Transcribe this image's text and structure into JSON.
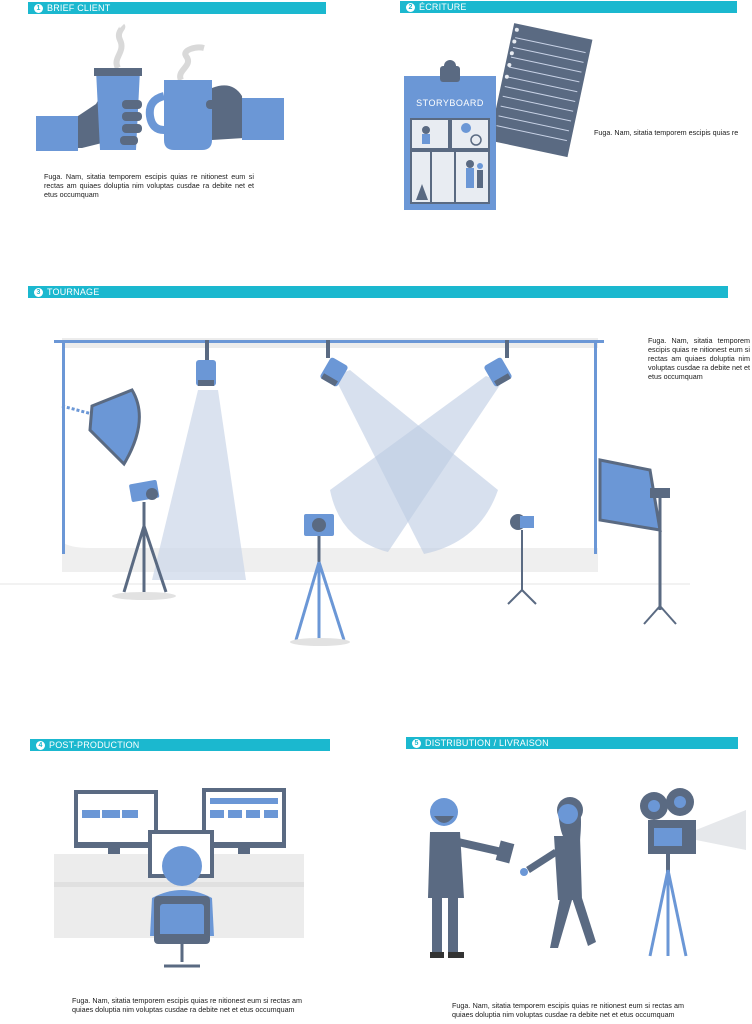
{
  "sections": {
    "brief": {
      "number": "1",
      "title": "BRIEF CLIENT",
      "text": "Fuga. Nam, sitatia temporem escipis quias re nitionest eum si rectas am quiaes doluptia nim voluptas cusdae ra debite net et etus occumquam"
    },
    "ecriture": {
      "number": "2",
      "title": "ÉCRITURE",
      "text": "Fuga. Nam, sitatia temporem escipis quias re",
      "storyboard_label": "STORYBOARD"
    },
    "tournage": {
      "number": "3",
      "title": "TOURNAGE",
      "text": "Fuga. Nam, sitatia temporem escipis quias re nitionest eum si rectas am quiaes doluptia nim voluptas cusdae ra debite net et etus occumquam"
    },
    "postprod": {
      "number": "4",
      "title": "POST-PRODUCTION",
      "text": "Fuga. Nam, sitatia temporem escipis quias re nitionest eum si rectas am quiaes doluptia nim voluptas cusdae ra debite net et etus occumquam"
    },
    "distribution": {
      "number": "5",
      "title": "DISTRIBUTION / LIVRAISON",
      "text": "Fuga. Nam, sitatia temporem escipis quias re nitionest eum si rectas am quiaes doluptia nim voluptas cusdae ra debite net et etus occumquam"
    }
  },
  "colors": {
    "accent": "#1bb8cf",
    "blue": "#6b97d6",
    "dark": "#5a6a82",
    "light": "#e6e8eb"
  }
}
